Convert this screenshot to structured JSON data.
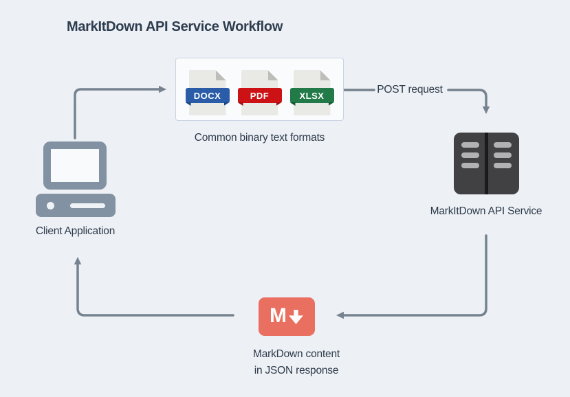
{
  "title": "MarkItDown API Service Workflow",
  "colors": {
    "background": "#edf1f5",
    "arrow": "#76828f",
    "text": "#2d3a49",
    "title_text": "#2d3c4e",
    "docx_badge": "#2a5ca8",
    "pdf_badge": "#cd1216",
    "xlsx_badge": "#217a47",
    "markdown_icon": "#e97060",
    "server_icon": "#414143",
    "client_icon": "#8292a2",
    "formats_box_border": "#c7d3de",
    "formats_box_background": "#fafbfd"
  },
  "formats_box": {
    "caption": "Common binary text formats",
    "items": [
      {
        "label": "DOCX",
        "color": "#2a5ca8"
      },
      {
        "label": "PDF",
        "color": "#cd1216"
      },
      {
        "label": "XLSX",
        "color": "#217a47"
      }
    ]
  },
  "edges": {
    "post_request_label": "POST request"
  },
  "server": {
    "label": "MarkItDown API Service"
  },
  "client": {
    "label": "Client Application"
  },
  "markdown": {
    "letter": "M",
    "caption_line1": "MarkDown content",
    "caption_line2": "in JSON response"
  }
}
